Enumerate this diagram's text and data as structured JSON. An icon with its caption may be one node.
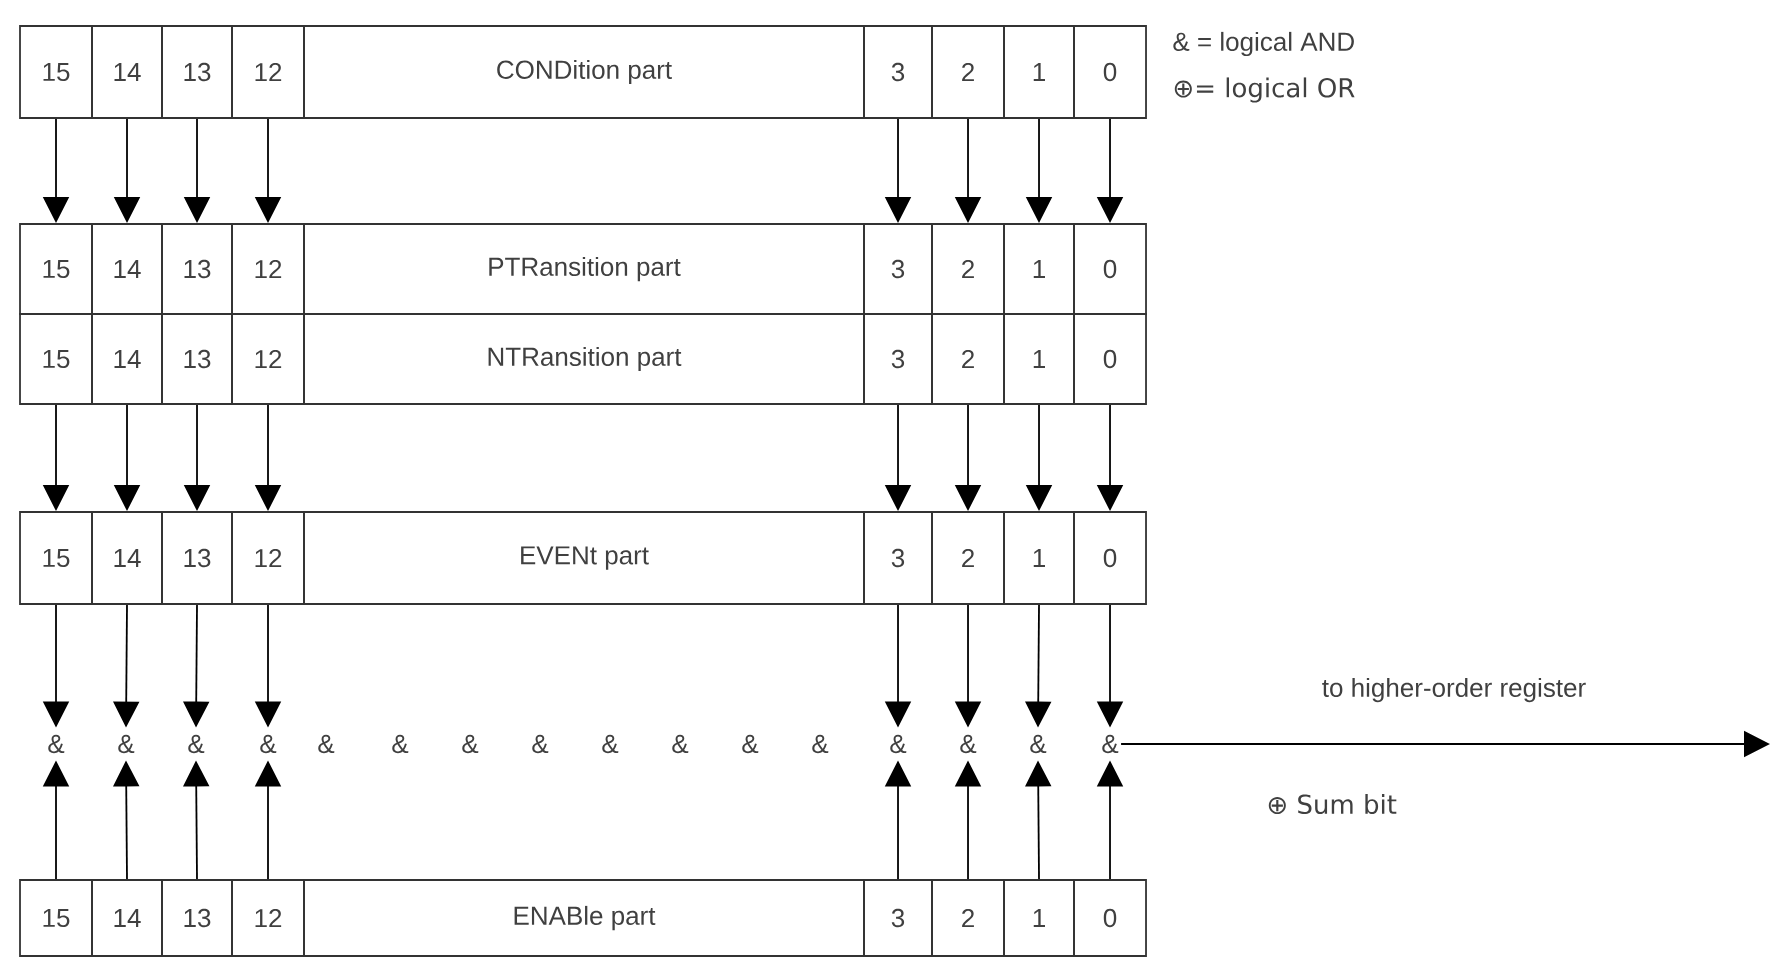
{
  "diagram": {
    "nodes": [
      {
        "text": [
          "15"
        ]
      },
      {
        "text": [
          "14"
        ]
      },
      {
        "text": [
          "13"
        ]
      },
      {
        "text": [
          "12"
        ]
      },
      {
        "text": [
          "CONDition part"
        ]
      },
      {
        "text": [
          "3"
        ]
      },
      {
        "text": [
          "2"
        ]
      },
      {
        "text": [
          "1"
        ]
      },
      {
        "text": [
          "0"
        ]
      },
      {
        "text": [
          "15"
        ]
      },
      {
        "text": [
          "14"
        ]
      },
      {
        "text": [
          "13"
        ]
      },
      {
        "text": [
          "12"
        ]
      },
      {
        "text": [
          "PTRansition part"
        ]
      },
      {
        "text": [
          "3"
        ]
      },
      {
        "text": [
          "2"
        ]
      },
      {
        "text": [
          "1"
        ]
      },
      {
        "text": [
          "0"
        ]
      },
      {
        "text": [
          "15"
        ]
      },
      {
        "text": [
          "14"
        ]
      },
      {
        "text": [
          "13"
        ]
      },
      {
        "text": [
          "12"
        ]
      },
      {
        "text": [
          "NTRansition part"
        ]
      },
      {
        "text": [
          "3"
        ]
      },
      {
        "text": [
          "2"
        ]
      },
      {
        "text": [
          "1"
        ]
      },
      {
        "text": [
          "0"
        ]
      },
      {
        "text": [
          "15"
        ]
      },
      {
        "text": [
          "14"
        ]
      },
      {
        "text": [
          "13"
        ]
      },
      {
        "text": [
          "12"
        ]
      },
      {
        "text": [
          "EVENt part"
        ]
      },
      {
        "text": [
          "3"
        ]
      },
      {
        "text": [
          "2"
        ]
      },
      {
        "text": [
          "1"
        ]
      },
      {
        "text": [
          "0"
        ]
      },
      {
        "text": [
          "&"
        ]
      },
      {
        "text": [
          "&"
        ]
      },
      {
        "text": [
          "&"
        ]
      },
      {
        "text": [
          "&"
        ]
      },
      {
        "text": [
          "&"
        ]
      },
      {
        "text": [
          "&"
        ]
      },
      {
        "text": [
          "&"
        ]
      },
      {
        "text": [
          "&"
        ]
      },
      {
        "text": [
          "15"
        ]
      },
      {
        "text": [
          "14"
        ]
      },
      {
        "text": [
          "13"
        ]
      },
      {
        "text": [
          "12"
        ]
      },
      {
        "text": [
          "ENABle part"
        ]
      },
      {
        "text": [
          "3"
        ]
      },
      {
        "text": [
          "2"
        ]
      },
      {
        "text": [
          "1"
        ]
      },
      {
        "text": [
          "0"
        ]
      }
    ],
    "edges": [
      {
        "from": 0,
        "to": 9,
        "arrow": "to"
      },
      {
        "from": 1,
        "to": 10,
        "arrow": "to"
      },
      {
        "from": 2,
        "to": 11,
        "arrow": "to"
      },
      {
        "from": 3,
        "to": 12,
        "arrow": "to"
      },
      {
        "from": 5,
        "to": 14,
        "arrow": "to"
      },
      {
        "from": 6,
        "to": 15,
        "arrow": "to"
      },
      {
        "from": 7,
        "to": 16,
        "arrow": "to"
      },
      {
        "from": 8,
        "to": 17,
        "arrow": "to"
      },
      {
        "from": 18,
        "to": 27,
        "arrow": "to"
      },
      {
        "from": 19,
        "to": 28,
        "arrow": "to"
      },
      {
        "from": 20,
        "to": 29,
        "arrow": "to"
      },
      {
        "from": 21,
        "to": 30,
        "arrow": "to"
      },
      {
        "from": 23,
        "to": 32,
        "arrow": "to"
      },
      {
        "from": 24,
        "to": 33,
        "arrow": "to"
      },
      {
        "from": 25,
        "to": 34,
        "arrow": "to"
      },
      {
        "from": 26,
        "to": 35,
        "arrow": "to"
      },
      {
        "from": 27,
        "to": 36,
        "arrow": "to"
      },
      {
        "from": 28,
        "to": 37,
        "arrow": "to"
      },
      {
        "from": 29,
        "to": 38,
        "arrow": "to"
      },
      {
        "from": 30,
        "to": 39,
        "arrow": "to"
      },
      {
        "from": 32,
        "to": 40,
        "arrow": "to"
      },
      {
        "from": 33,
        "to": 41,
        "arrow": "to"
      },
      {
        "from": 34,
        "to": 42,
        "arrow": "to"
      },
      {
        "from": 35,
        "to": 43,
        "arrow": "to"
      },
      {
        "from": 44,
        "to": 36,
        "arrow": "to"
      },
      {
        "from": 45,
        "to": 37,
        "arrow": "to"
      },
      {
        "from": 46,
        "to": 38,
        "arrow": "to"
      },
      {
        "from": 47,
        "to": 39,
        "arrow": "to"
      },
      {
        "from": 49,
        "to": 40,
        "arrow": "to"
      },
      {
        "from": 50,
        "to": 41,
        "arrow": "to"
      },
      {
        "from": 51,
        "to": 42,
        "arrow": "to"
      },
      {
        "from": 52,
        "to": 43,
        "arrow": "to"
      },
      {
        "from": 43,
        "to": null,
        "arrow": "to",
        "label": "to higher-order register"
      }
    ],
    "labels": [
      "& = logical AND",
      "⊕= logical OR",
      "&",
      "&",
      "&",
      "&",
      "&",
      "&",
      "&",
      "&",
      "⊕ Sum bit"
    ]
  }
}
